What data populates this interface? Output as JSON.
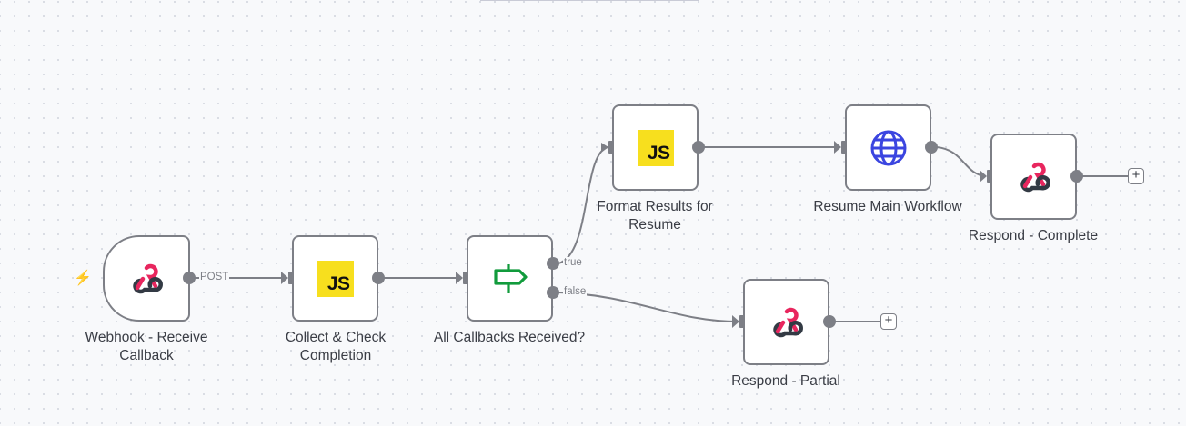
{
  "canvas": {
    "nodes": [
      {
        "id": "webhook",
        "label_line1": "Webhook - Receive",
        "label_line2": "Callback",
        "icon": "webhook-icon",
        "type": "trigger"
      },
      {
        "id": "collect",
        "label_line1": "Collect & Check",
        "label_line2": "Completion",
        "icon": "js-icon",
        "icon_text": "JS"
      },
      {
        "id": "if",
        "label_line1": "All Callbacks Received?",
        "label_line2": "",
        "icon": "signpost-icon"
      },
      {
        "id": "format",
        "label_line1": "Format Results for",
        "label_line2": "Resume",
        "icon": "js-icon",
        "icon_text": "JS"
      },
      {
        "id": "resume",
        "label_line1": "Resume Main Workflow",
        "label_line2": "",
        "icon": "globe-icon"
      },
      {
        "id": "respond_complete",
        "label_line1": "Respond - Complete",
        "label_line2": "",
        "icon": "webhook-icon"
      },
      {
        "id": "respond_partial",
        "label_line1": "Respond - Partial",
        "label_line2": "",
        "icon": "webhook-icon"
      }
    ],
    "edge_labels": {
      "webhook_out": "POST",
      "if_true": "true",
      "if_false": "false"
    },
    "add_button_label": "+",
    "colors": {
      "webhook_pink": "#e8265e",
      "webhook_dark": "#333a44",
      "js_yellow": "#f7df1e",
      "if_green": "#119b3c",
      "globe_blue": "#3b45e0",
      "trigger_bolt": "#ff6d5a",
      "edge_gray": "#7d7f86"
    }
  }
}
